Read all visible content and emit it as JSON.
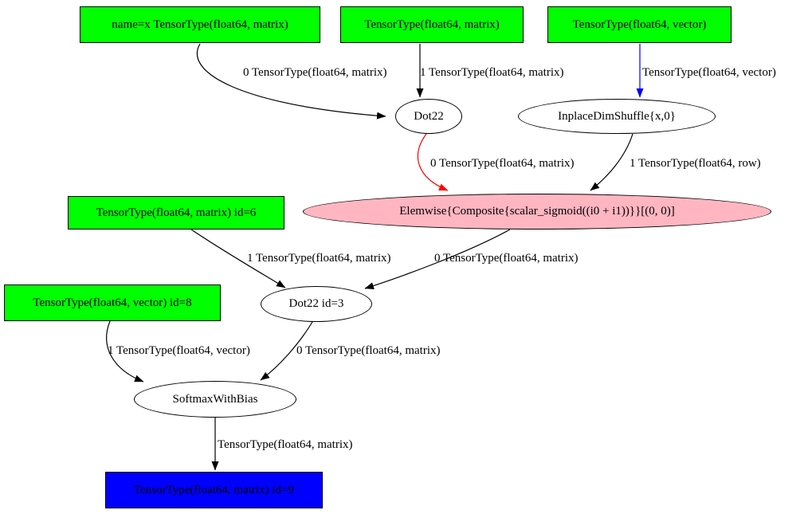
{
  "diagram": {
    "type": "computation-graph",
    "colors": {
      "input_fill": "#00ff00",
      "output_fill": "#0000ff",
      "apply_fill": "#ffffff",
      "inplace_fill": "#ffb6c1",
      "edge_black": "#000000",
      "edge_red": "#ff0000",
      "edge_blue": "#0000ff"
    },
    "nodes": [
      {
        "id": "input-x",
        "shape": "box",
        "label": "name=x TensorType(float64, matrix)"
      },
      {
        "id": "input-matrix",
        "shape": "box",
        "label": "TensorType(float64, matrix)"
      },
      {
        "id": "input-vector",
        "shape": "box",
        "label": "TensorType(float64, vector)"
      },
      {
        "id": "dot22",
        "shape": "ellipse",
        "label": "Dot22"
      },
      {
        "id": "inplace-dimshuffle",
        "shape": "ellipse",
        "label": "InplaceDimShuffle{x,0}"
      },
      {
        "id": "elemwise-sigmoid",
        "shape": "ellipse",
        "label": "Elemwise{Composite{scalar_sigmoid((i0 + i1))}}[(0, 0)]"
      },
      {
        "id": "matrix-id6",
        "shape": "box",
        "label": "TensorType(float64, matrix) id=6"
      },
      {
        "id": "dot22-id3",
        "shape": "ellipse",
        "label": "Dot22 id=3"
      },
      {
        "id": "vector-id8",
        "shape": "box",
        "label": "TensorType(float64, vector) id=8"
      },
      {
        "id": "softmax-with-bias",
        "shape": "ellipse",
        "label": "SoftmaxWithBias"
      },
      {
        "id": "output-id9",
        "shape": "box",
        "label": "TensorType(float64, matrix) id=9"
      }
    ],
    "edges": [
      {
        "from": "input-x",
        "to": "dot22",
        "label": "0 TensorType(float64, matrix)",
        "color": "edge_black"
      },
      {
        "from": "input-matrix",
        "to": "dot22",
        "label": "1 TensorType(float64, matrix)",
        "color": "edge_black"
      },
      {
        "from": "input-vector",
        "to": "inplace-dimshuffle",
        "label": "TensorType(float64, vector)",
        "color": "edge_blue"
      },
      {
        "from": "dot22",
        "to": "elemwise-sigmoid",
        "label": "0 TensorType(float64, matrix)",
        "color": "edge_red"
      },
      {
        "from": "inplace-dimshuffle",
        "to": "elemwise-sigmoid",
        "label": "1 TensorType(float64, row)",
        "color": "edge_black"
      },
      {
        "from": "matrix-id6",
        "to": "dot22-id3",
        "label": "1 TensorType(float64, matrix)",
        "color": "edge_black"
      },
      {
        "from": "elemwise-sigmoid",
        "to": "dot22-id3",
        "label": "0 TensorType(float64, matrix)",
        "color": "edge_black"
      },
      {
        "from": "vector-id8",
        "to": "softmax-with-bias",
        "label": "1 TensorType(float64, vector)",
        "color": "edge_black"
      },
      {
        "from": "dot22-id3",
        "to": "softmax-with-bias",
        "label": "0 TensorType(float64, matrix)",
        "color": "edge_black"
      },
      {
        "from": "softmax-with-bias",
        "to": "output-id9",
        "label": "TensorType(float64, matrix)",
        "color": "edge_black"
      }
    ]
  }
}
